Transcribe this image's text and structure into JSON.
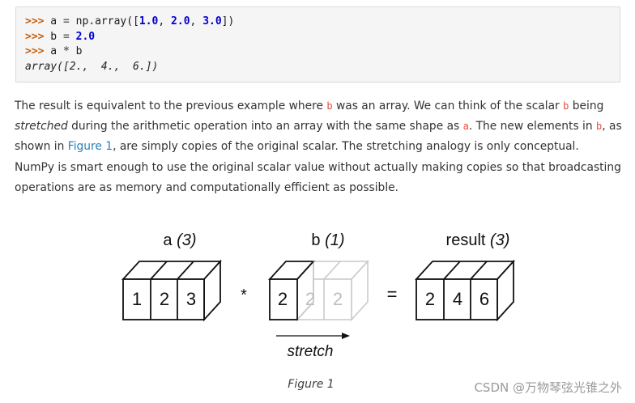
{
  "code": {
    "lines": [
      {
        "prompt": ">>>",
        "parts": [
          " a ",
          "=",
          " np",
          ".",
          "array([",
          "1.0",
          ", ",
          "2.0",
          ", ",
          "3.0",
          "])"
        ]
      },
      {
        "prompt": ">>>",
        "parts": [
          " b ",
          "=",
          " ",
          "2.0"
        ]
      },
      {
        "prompt": ">>>",
        "parts": [
          " a ",
          "*",
          " b"
        ]
      }
    ],
    "output": "array([2.,  4.,  6.])"
  },
  "paragraph": {
    "s1": "The result is equivalent to the previous example where ",
    "code1": "b",
    "s2": " was an array. We can think of the scalar ",
    "code2": "b",
    "s3": " being",
    "em": "stretched",
    "s4": " during the arithmetic operation into an array with the same shape as ",
    "code3": "a",
    "s5": ". The new elements in ",
    "code4": "b",
    "s6": ", as",
    "s7": "shown in ",
    "link": "Figure 1",
    "s8": ", are simply copies of the original scalar. The stretching analogy is only conceptual.",
    "s9": "NumPy is smart enough to use the original scalar value without actually making copies so that broadcasting",
    "s10": "operations are as memory and computationally efficient as possible."
  },
  "figure": {
    "a_label": "a",
    "a_shape": "(3)",
    "b_label": "b",
    "b_shape": "(1)",
    "result_label": "result",
    "result_shape": "(3)",
    "a_values": [
      "1",
      "2",
      "3"
    ],
    "b_values": [
      "2",
      "2",
      "2"
    ],
    "result_values": [
      "2",
      "4",
      "6"
    ],
    "times_symbol": "*",
    "equals_symbol": "=",
    "stretch_label": "stretch",
    "caption": "Figure 1"
  },
  "watermark": "CSDN @万物琴弦光锥之外"
}
